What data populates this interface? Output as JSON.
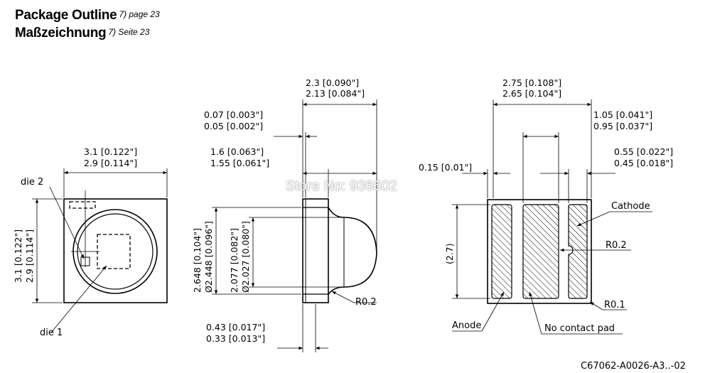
{
  "header": {
    "title_en": "Package Outline",
    "ref_en": "7) page 23",
    "title_de": "Maßzeichnung",
    "ref_de": "7) Seite 23"
  },
  "watermark": "Store No: 936602",
  "drawing_id": "C67062-A0026-A3..-02",
  "front_view": {
    "width_max": "3.1 [0.122\"]",
    "width_min": "2.9 [0.114\"]",
    "height_max": "3.1 [0.122\"]",
    "height_min": "2.9 [0.114\"]",
    "die2": "die 2",
    "die1": "die 1"
  },
  "side_view": {
    "lens_h_max": "2.3 [0.090\"]",
    "lens_h_min": "2.13 [0.084\"]",
    "t1_max": "0.07 [0.003\"]",
    "t1_min": "0.05 [0.002\"]",
    "t2_max": "1.6 [0.063\"]",
    "t2_min": "1.55 [0.061\"]",
    "dia_outer_max": "2.648 [0.104\"]",
    "dia_outer_min": "Ø2.448 [0.096\"]",
    "dia_inner_max": "2.077 [0.082\"]",
    "dia_inner_min": "Ø2.027 [0.080\"]",
    "base_max": "0.43 [0.017\"]",
    "base_min": "0.33 [0.013\"]",
    "radius": "R0.2"
  },
  "bottom_view": {
    "w_max": "2.75 [0.108\"]",
    "w_min": "2.65 [0.104\"]",
    "pad_max": "1.05 [0.041\"]",
    "pad_min": "0.95 [0.037\"]",
    "cath_max": "0.55 [0.022\"]",
    "cath_min": "0.45 [0.018\"]",
    "gap": "0.15 [0.01\"]",
    "height": "(2.7)",
    "cathode": "Cathode",
    "anode": "Anode",
    "no_contact": "No contact pad",
    "r02": "R0.2",
    "r01": "R0.1"
  }
}
